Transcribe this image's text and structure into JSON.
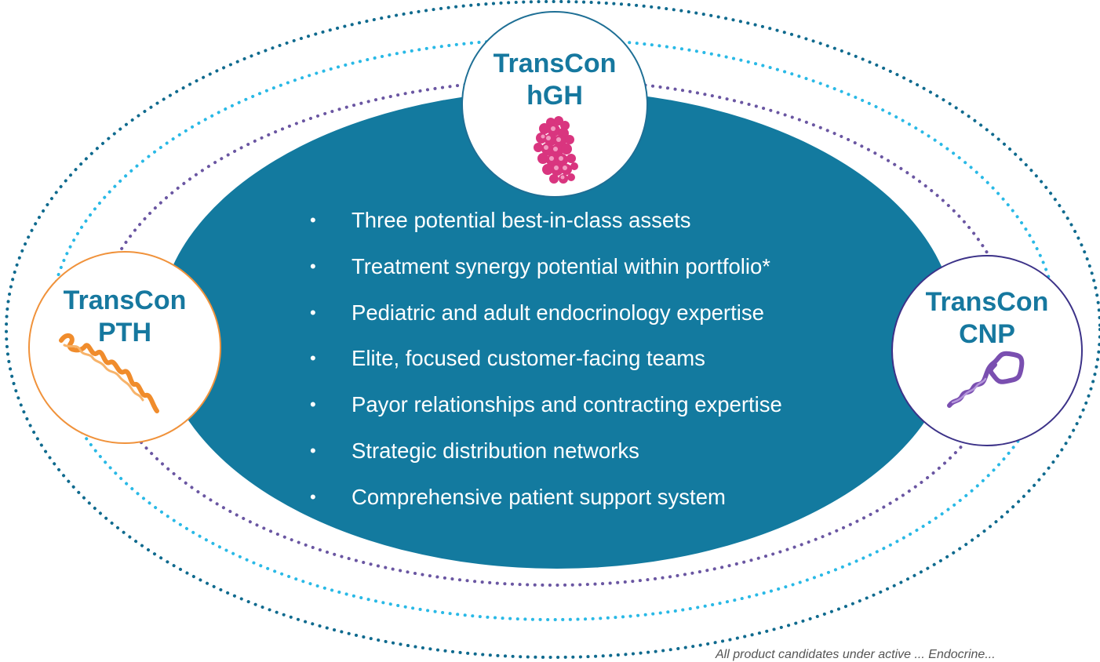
{
  "hub": {
    "bullet_symbol": "•",
    "items": [
      "Three potential best-in-class assets",
      "Treatment synergy potential within portfolio*",
      "Pediatric and adult endocrinology expertise",
      "Elite, focused customer-facing teams",
      "Payor relationships and contracting expertise",
      "Strategic distribution networks",
      "Comprehensive patient support system"
    ]
  },
  "nodes": {
    "hgh": {
      "line1": "TransCon",
      "line2": "hGH",
      "molecule": "globular-protein-icon"
    },
    "pth": {
      "line1": "TransCon",
      "line2": "PTH",
      "molecule": "helical-peptide-icon"
    },
    "cnp": {
      "line1": "TransCon",
      "line2": "CNP",
      "molecule": "looped-peptide-icon"
    }
  },
  "footnote": "All product candidates under active ... Endocrine...",
  "colors": {
    "hub_fill": "#137a9f",
    "title_text": "#16789f",
    "hgh_border": "#1e6f95",
    "pth_border": "#f0923b",
    "cnp_border": "#3c3288",
    "ring_outer": "#0f6a8e",
    "ring_middle": "#29b9e6",
    "ring_inner": "#6a56a2",
    "hgh_molecule": "#d9357f",
    "pth_molecule": "#f08c2c",
    "cnp_molecule": "#7a4fb0"
  }
}
